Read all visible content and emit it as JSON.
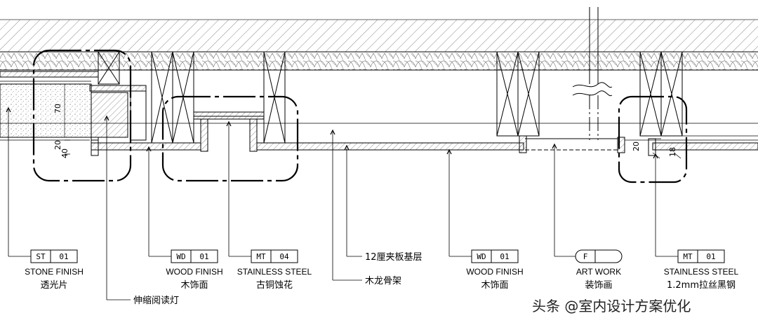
{
  "callouts": [
    {
      "code": "ST",
      "num": "01",
      "en": "STONE FINISH",
      "zh": "透光片"
    },
    {
      "code": "WD",
      "num": "01",
      "en": "WOOD FINISH",
      "zh": "木饰面"
    },
    {
      "code": "MT",
      "num": "04",
      "en": "STAINLESS STEEL",
      "zh": "古铜蚀花"
    },
    {
      "code": "WD",
      "num": "01",
      "en": "WOOD FINISH",
      "zh": "木饰面"
    },
    {
      "code": "F",
      "num": "",
      "en": "ART WORK",
      "zh": "装饰画"
    },
    {
      "code": "MT",
      "num": "01",
      "en": "STAINLESS STEEL",
      "zh": "1.2mm拉丝黑钢"
    }
  ],
  "leaders": {
    "plywood": "12厘夹板基层",
    "keel": "木龙骨架",
    "lamp": "伸缩阅读灯"
  },
  "dimensions": {
    "d1": "70",
    "d2": "20",
    "d3": "40",
    "d4": "20",
    "d5": "18"
  },
  "watermark": "头条 @室内设计方案优化"
}
